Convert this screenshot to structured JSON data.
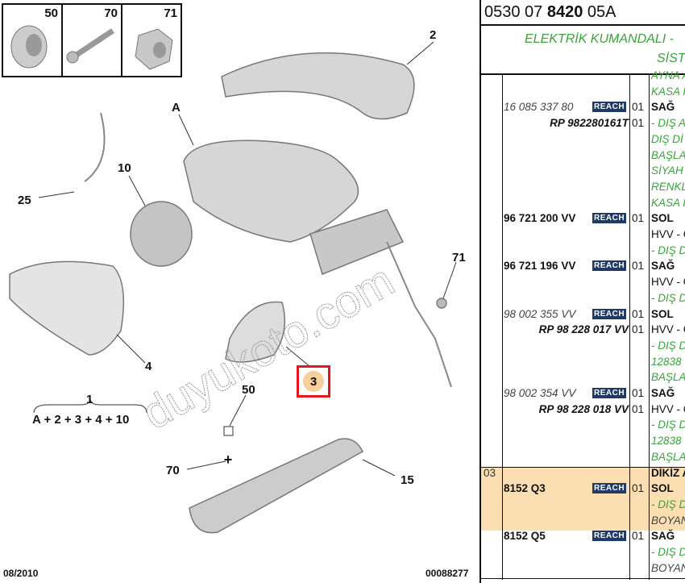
{
  "diagram": {
    "inset_labels": [
      "50",
      "70",
      "71"
    ],
    "callouts": {
      "a": "A",
      "two": "2",
      "ten": "10",
      "twentyfive": "25",
      "four": "4",
      "seventyone": "71",
      "three": "3",
      "fifty": "50",
      "seventy": "70",
      "fifteen": "15",
      "one": "1"
    },
    "assembly_formula": "A + 2 + 3 + 4 + 10",
    "date": "08/2010",
    "drawing_no": "00088277",
    "watermark": "duyukoto.com",
    "highlight_color": "#e8141c"
  },
  "table": {
    "part_prefix": "0530 07 ",
    "part_bold": "8420",
    "part_suffix": " 05A",
    "title_line1": "ELEKTRİK KUMANDALI -",
    "title_line2": "SİST",
    "highlight_color": "#fbdfb3",
    "lines": [
      {
        "desc": "AYNA A",
        "dstyle": "green"
      },
      {
        "desc": "KASA I",
        "dstyle": "green"
      },
      {
        "part": "16 085 337 80",
        "pstyle": "it",
        "reach": "REACH",
        "qty": "01",
        "desc": "SAĞ",
        "dstyle": "boldd"
      },
      {
        "rp": "RP 982280161T",
        "qty": "01",
        "desc": "- DIŞ A",
        "dstyle": "green"
      },
      {
        "desc": "DIŞ Dİ",
        "dstyle": "green"
      },
      {
        "desc": "BAŞLA",
        "dstyle": "green"
      },
      {
        "desc": "SİYAH",
        "dstyle": "green"
      },
      {
        "desc": "RENKL",
        "dstyle": "green"
      },
      {
        "desc": "KASA I",
        "dstyle": "green"
      },
      {
        "part": "96 721 200 VV",
        "pstyle": "bd",
        "reach": "REACH",
        "qty": "01",
        "desc": "SOL",
        "dstyle": "boldd"
      },
      {
        "desc": "HVV - C"
      },
      {
        "desc": "- DIŞ D",
        "dstyle": "green"
      },
      {
        "part": "96 721 196 VV",
        "pstyle": "bd",
        "reach": "REACH",
        "qty": "01",
        "desc": "SAĞ",
        "dstyle": "boldd"
      },
      {
        "desc": "HVV - C"
      },
      {
        "desc": "- DIŞ D",
        "dstyle": "green"
      },
      {
        "part": "98 002 355 VV",
        "pstyle": "it",
        "reach": "REACH",
        "qty": "01",
        "desc": "SOL",
        "dstyle": "boldd"
      },
      {
        "rp": "RP 98 228 017 VV",
        "qty": "01",
        "desc": "HVV - C"
      },
      {
        "desc": "- DIŞ D",
        "dstyle": "green"
      },
      {
        "desc": "12838",
        "dstyle": "green"
      },
      {
        "desc": "BAŞLA",
        "dstyle": "green"
      },
      {
        "part": "98 002 354 VV",
        "pstyle": "it",
        "reach": "REACH",
        "qty": "01",
        "desc": "SAĞ",
        "dstyle": "boldd"
      },
      {
        "rp": "RP 98 228 018 VV",
        "qty": "01",
        "desc": "HVV - C"
      },
      {
        "desc": "- DIŞ D",
        "dstyle": "green"
      },
      {
        "desc": "12838",
        "dstyle": "green"
      },
      {
        "desc": "BAŞLA",
        "dstyle": "green"
      },
      {
        "ref": "03",
        "desc": "DİKİZ A",
        "dstyle": "boldd"
      },
      {
        "part": "8152 Q3",
        "pstyle": "bd",
        "reach": "REACH",
        "qty": "01",
        "desc": "SOL",
        "dstyle": "boldd"
      },
      {
        "desc": "- DIŞ D",
        "dstyle": "green"
      },
      {
        "desc": "BOYAN",
        "dstyle": "it"
      },
      {
        "part": "8152 Q5",
        "pstyle": "bd",
        "reach": "REACH",
        "qty": "01",
        "desc": "SAĞ",
        "dstyle": "boldd"
      },
      {
        "desc": "- DIŞ D",
        "dstyle": "green"
      },
      {
        "desc": "BOYAN",
        "dstyle": "it"
      }
    ]
  }
}
